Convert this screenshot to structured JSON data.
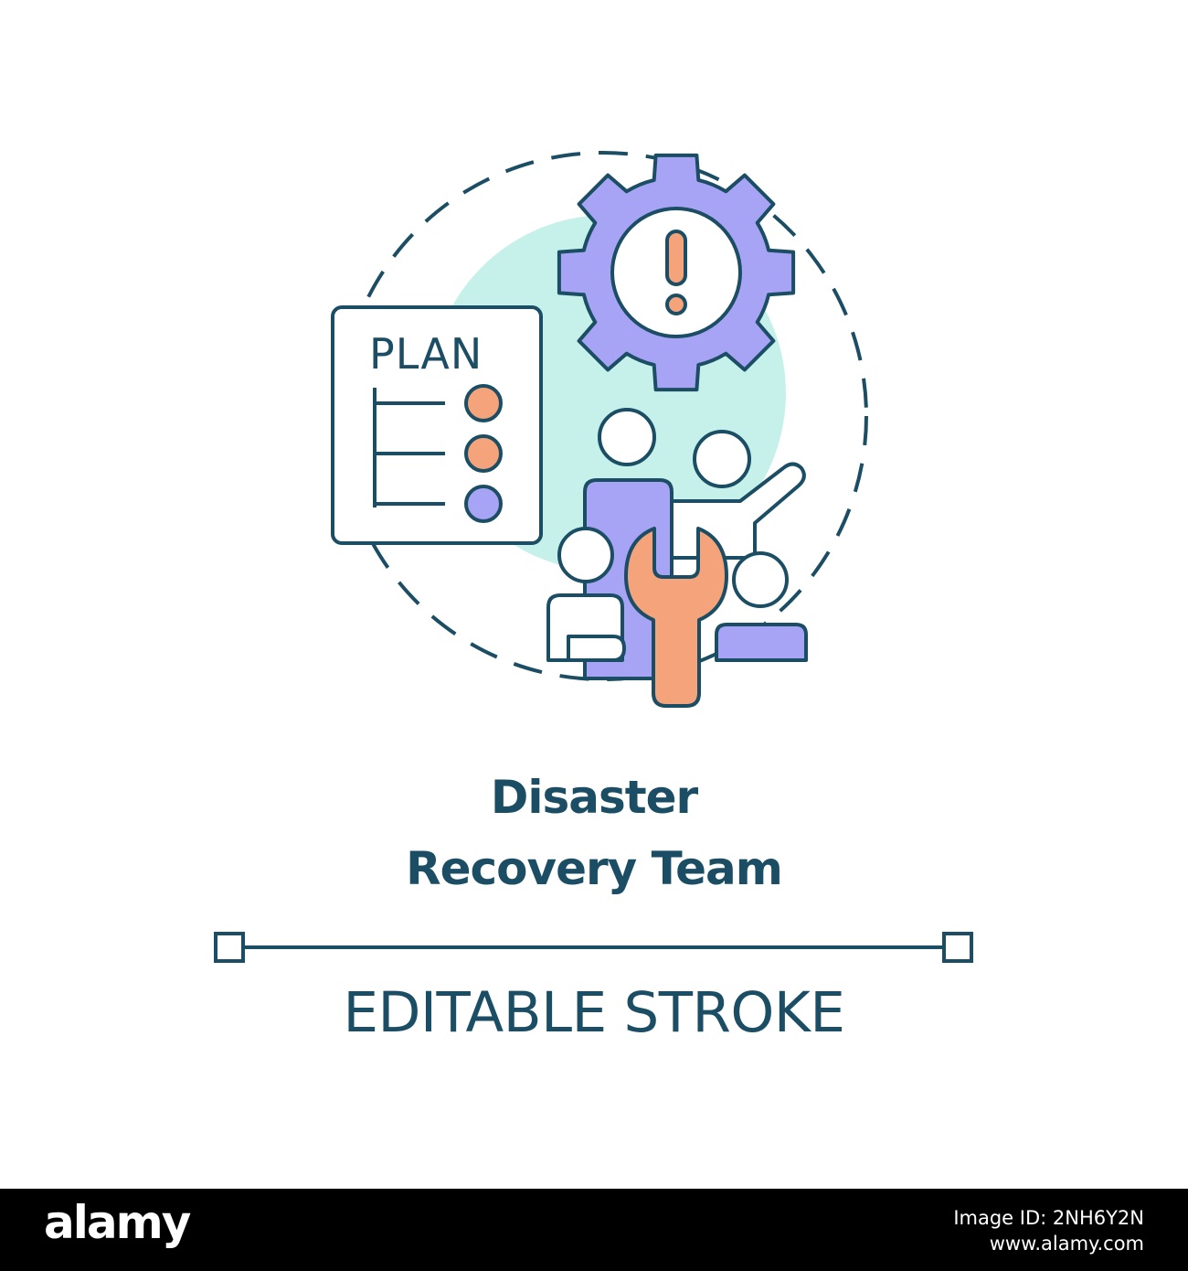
{
  "icon": {
    "plan_card_label": "PLAN",
    "name": "disaster-recovery-team-icon"
  },
  "title": {
    "line1": "Disaster",
    "line2": "Recovery Team"
  },
  "editable_stroke": {
    "label": "EDITABLE STROKE"
  },
  "watermark": {
    "logo": "alamy",
    "image_id": "Image ID: 2NH6Y2N",
    "site": "www.alamy.com"
  },
  "colors": {
    "stroke": "#1b4e64",
    "accent_teal": "#c6f1ea",
    "accent_purple": "#a7a4f5",
    "accent_orange": "#f4a37a",
    "background": "#ffffff",
    "watermark_bar": "#000000",
    "watermark_text": "#ffffff"
  }
}
